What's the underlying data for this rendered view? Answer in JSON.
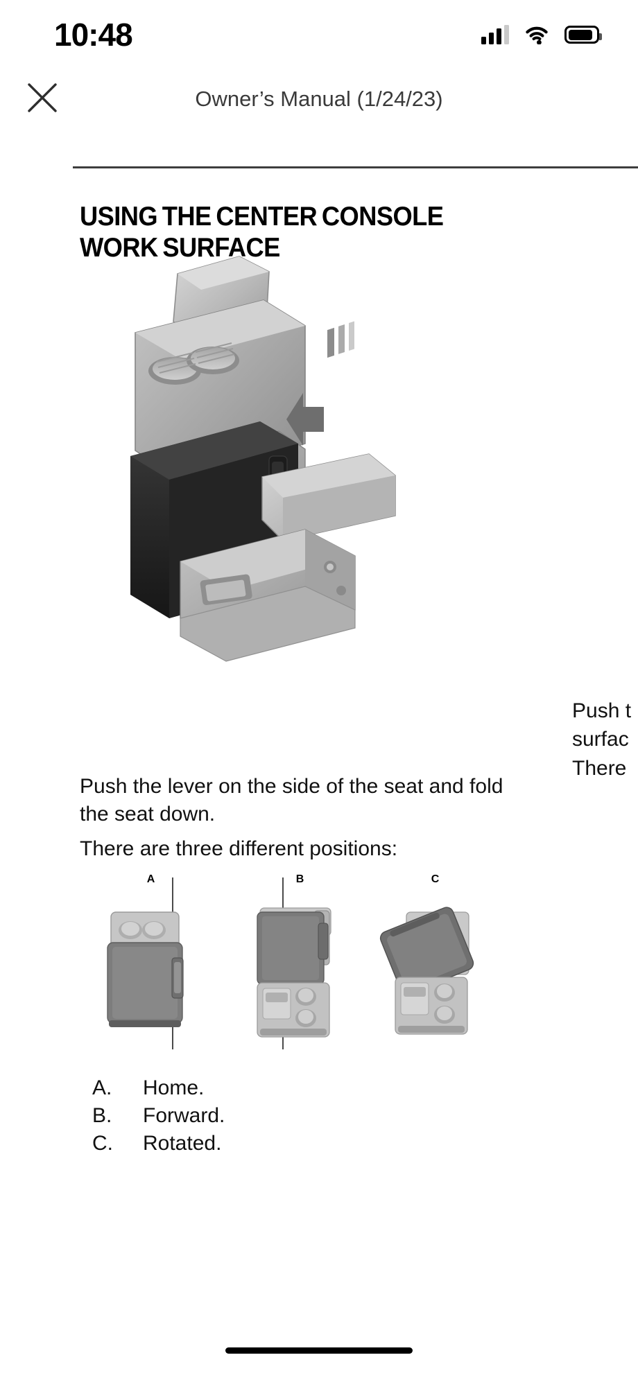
{
  "status_bar": {
    "time": "10:48",
    "cellular_icon": "signal-bars-icon",
    "wifi_icon": "wifi-icon",
    "battery_icon": "battery-icon"
  },
  "header": {
    "close_icon": "close-icon",
    "title": "Owner’s Manual (1/24/23)"
  },
  "document": {
    "heading": "USING THE CENTER CONSOLE WORK SURFACE",
    "seat_illustration": "car-seat-fold-down-illustration",
    "paragraph_1": "Push the lever on the side of the seat and fold the seat down.",
    "paragraph_2": "There are three different positions:",
    "overflow_column": {
      "line_1": "Push t",
      "line_2": "surfac",
      "line_3": "There"
    },
    "positions": [
      {
        "key": "A",
        "label": "A",
        "art": "console-position-home-diagram"
      },
      {
        "key": "B",
        "label": "B",
        "art": "console-position-forward-diagram"
      },
      {
        "key": "C",
        "label": "C",
        "art": "console-position-rotated-diagram"
      }
    ],
    "legend": [
      {
        "key": "A.",
        "text": "Home."
      },
      {
        "key": "B.",
        "text": "Forward."
      },
      {
        "key": "C.",
        "text": "Rotated."
      }
    ]
  },
  "system": {
    "home_indicator": "home-indicator"
  }
}
